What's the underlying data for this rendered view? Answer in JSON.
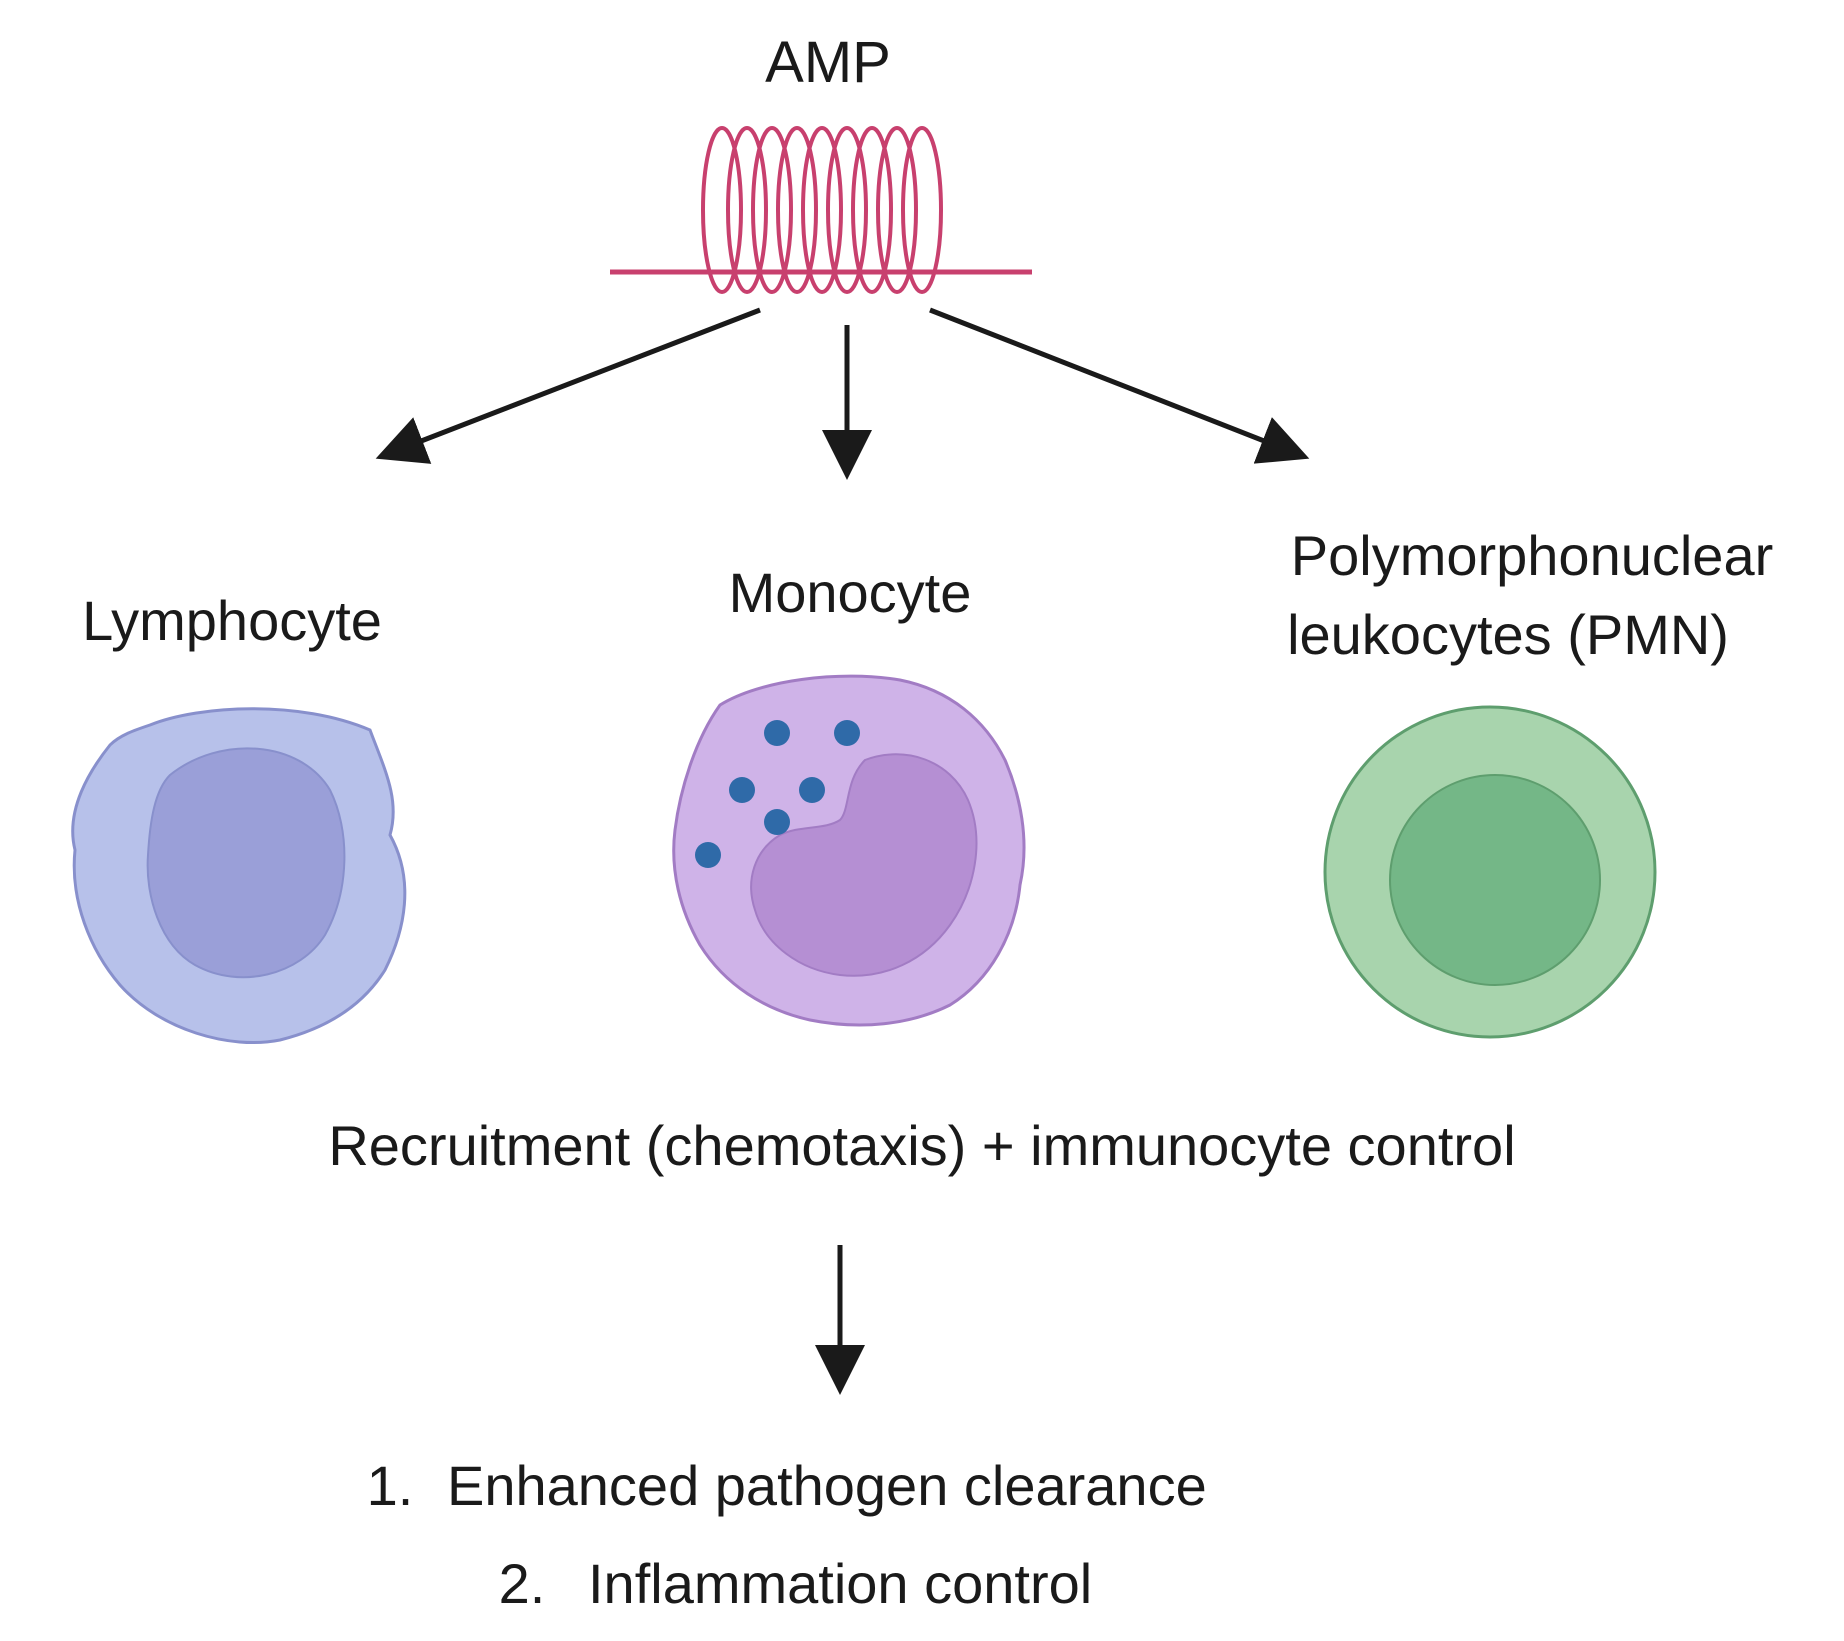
{
  "amp": {
    "label": "AMP",
    "color": "#c8406e"
  },
  "cells": {
    "lymphocyte": {
      "label": "Lymphocyte",
      "membrane_color": "#b7c1ea",
      "nucleus_color": "#9a9fd8",
      "outline_color": "#8890cc"
    },
    "monocyte": {
      "label": "Monocyte",
      "membrane_color": "#cfb3e8",
      "nucleus_color": "#b58fd3",
      "outline_color": "#a27cc4",
      "granule_color": "#2f6aa8"
    },
    "pmn": {
      "label_line1": "Polymorphonuclear",
      "label_line2": "leukocytes (PMN)",
      "membrane_color": "#a8d4ad",
      "nucleus_color": "#74b787",
      "outline_color": "#5e9e6e"
    }
  },
  "effect": {
    "label": "Recruitment (chemotaxis) + immunocyte control"
  },
  "outcomes": [
    {
      "number": "1.",
      "text": "Enhanced pathogen clearance"
    },
    {
      "number": "2.",
      "text": "Inflammation control"
    }
  ],
  "arrow_color": "#1a1a1a"
}
